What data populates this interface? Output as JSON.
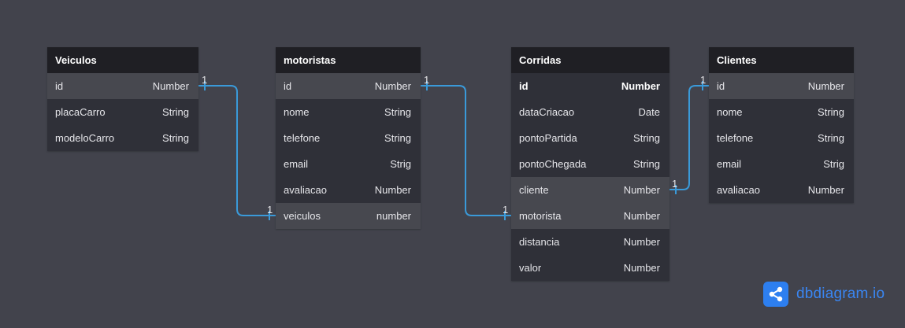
{
  "tables": [
    {
      "name": "Veiculos",
      "columns": [
        {
          "name": "id",
          "type": "Number"
        },
        {
          "name": "placaCarro",
          "type": "String"
        },
        {
          "name": "modeloCarro",
          "type": "String"
        }
      ]
    },
    {
      "name": "motoristas",
      "columns": [
        {
          "name": "id",
          "type": "Number"
        },
        {
          "name": "nome",
          "type": "String"
        },
        {
          "name": "telefone",
          "type": "String"
        },
        {
          "name": "email",
          "type": "Strig"
        },
        {
          "name": "avaliacao",
          "type": "Number"
        },
        {
          "name": "veiculos",
          "type": "number"
        }
      ]
    },
    {
      "name": "Corridas",
      "columns": [
        {
          "name": "id",
          "type": "Number"
        },
        {
          "name": "dataCriacao",
          "type": "Date"
        },
        {
          "name": "pontoPartida",
          "type": "String"
        },
        {
          "name": "pontoChegada",
          "type": "String"
        },
        {
          "name": "cliente",
          "type": "Number"
        },
        {
          "name": "motorista",
          "type": "Number"
        },
        {
          "name": "distancia",
          "type": "Number"
        },
        {
          "name": "valor",
          "type": "Number"
        }
      ]
    },
    {
      "name": "Clientes",
      "columns": [
        {
          "name": "id",
          "type": "Number"
        },
        {
          "name": "nome",
          "type": "String"
        },
        {
          "name": "telefone",
          "type": "String"
        },
        {
          "name": "email",
          "type": "Strig"
        },
        {
          "name": "avaliacao",
          "type": "Number"
        }
      ]
    }
  ],
  "relationships": [
    {
      "from": "Veiculos.id",
      "to": "motoristas.veiculos",
      "from_card": "1",
      "to_card": "1"
    },
    {
      "from": "motoristas.id",
      "to": "Corridas.motorista",
      "from_card": "1",
      "to_card": "1"
    },
    {
      "from": "Corridas.cliente",
      "to": "Clientes.id",
      "from_card": "1",
      "to_card": "1"
    }
  ],
  "brand": {
    "text": "dbdiagram.io",
    "icon": "share-nodes-icon"
  },
  "colors": {
    "canvas": "#42434c",
    "header": "#1f1f24",
    "row": "#2f3038",
    "row_highlight": "#47484f",
    "relation": "#3a9ad9",
    "brand": "#2d7ff0"
  }
}
